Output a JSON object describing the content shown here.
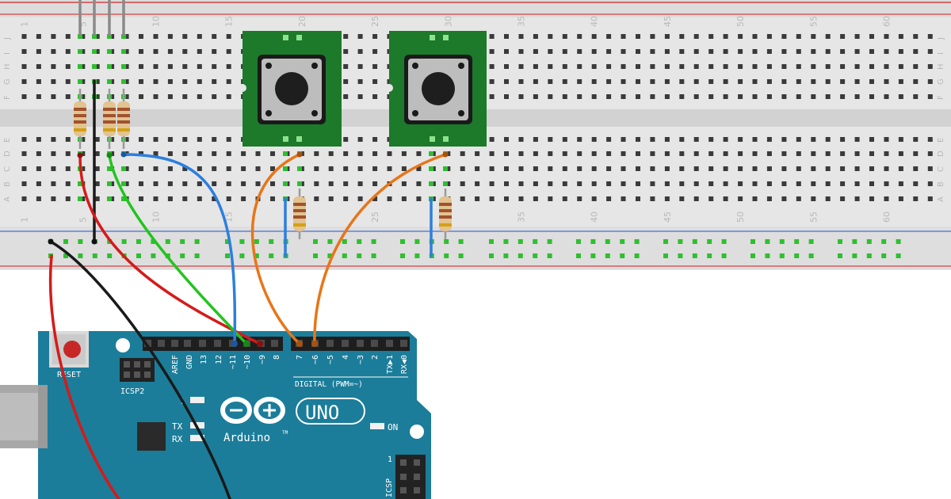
{
  "breadboard": {
    "column_numbers_top": [
      "1",
      "5",
      "10",
      "15",
      "20",
      "25",
      "30",
      "35",
      "40",
      "45",
      "50",
      "55",
      "60"
    ],
    "column_numbers_bottom": [
      "1",
      "5",
      "10",
      "15",
      "20",
      "25",
      "30",
      "35",
      "40",
      "45",
      "50",
      "55",
      "60"
    ],
    "row_letters_top": [
      "J",
      "I",
      "H",
      "G",
      "F"
    ],
    "row_letters_bottom": [
      "E",
      "D",
      "C",
      "B",
      "A"
    ]
  },
  "board": {
    "reset_label": "RESET",
    "icsp2_label": "ICSP2",
    "icsp_label": "ICSP",
    "icsp_pin1_label": "1",
    "brand": "Arduino",
    "trademark": "TM",
    "model": "UNO",
    "digital_label": "DIGITAL (PWM=~)",
    "led_l": "L",
    "led_tx": "TX",
    "led_rx": "RX",
    "on_label": "ON",
    "pin_labels": [
      "AREF",
      "GND",
      "13",
      "12",
      "~11",
      "~10",
      "~9",
      "8",
      "7",
      "~6",
      "~5",
      "4",
      "~3",
      "2",
      "TX▶1",
      "RX◀0"
    ]
  },
  "colors": {
    "board_teal": "#1b7d9a",
    "wire_red": "#d61a1a",
    "wire_black": "#1a1a1a",
    "wire_green": "#22c41f",
    "wire_blue": "#2c7fde",
    "wire_orange": "#e87518",
    "button_pcb": "#1c7a2a"
  }
}
